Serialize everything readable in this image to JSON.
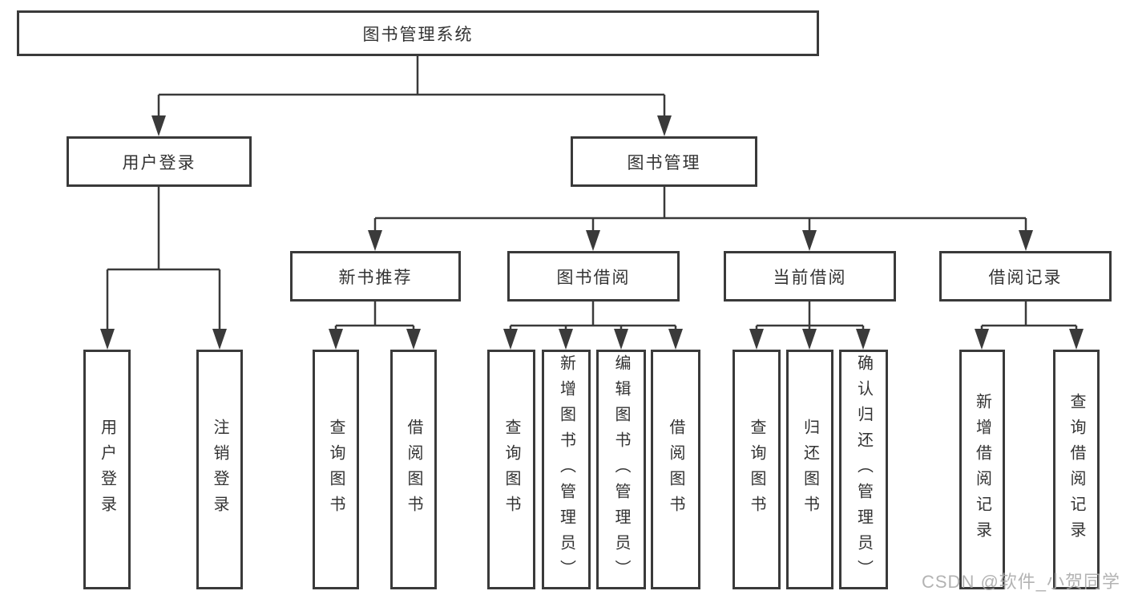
{
  "diagram": {
    "root": {
      "label": "图书管理系统"
    },
    "level2": [
      {
        "label": "用户登录"
      },
      {
        "label": "图书管理"
      }
    ],
    "level3": [
      {
        "label": "新书推荐"
      },
      {
        "label": "图书借阅"
      },
      {
        "label": "当前借阅"
      },
      {
        "label": "借阅记录"
      }
    ],
    "leaves": {
      "user_login": [
        {
          "label": "用户登录"
        },
        {
          "label": "注销登录"
        }
      ],
      "new_book_recommend": [
        {
          "label": "查询图书"
        },
        {
          "label": "借阅图书"
        }
      ],
      "book_borrowing": [
        {
          "label": "查询图书"
        },
        {
          "label": "新增图书（管理员）"
        },
        {
          "label": "编辑图书（管理员）"
        },
        {
          "label": "借阅图书"
        }
      ],
      "current_borrowing": [
        {
          "label": "查询图书"
        },
        {
          "label": "归还图书"
        },
        {
          "label": "确认归还（管理员）"
        }
      ],
      "borrowing_records": [
        {
          "label": "新增借阅记录"
        },
        {
          "label": "查询借阅记录"
        }
      ]
    }
  },
  "watermark": {
    "text": "CSDN @软件_小贺同学"
  },
  "colors": {
    "line": "#3a3a3a",
    "text": "#333333",
    "watermark": "#a8a8a8",
    "background": "#ffffff"
  }
}
